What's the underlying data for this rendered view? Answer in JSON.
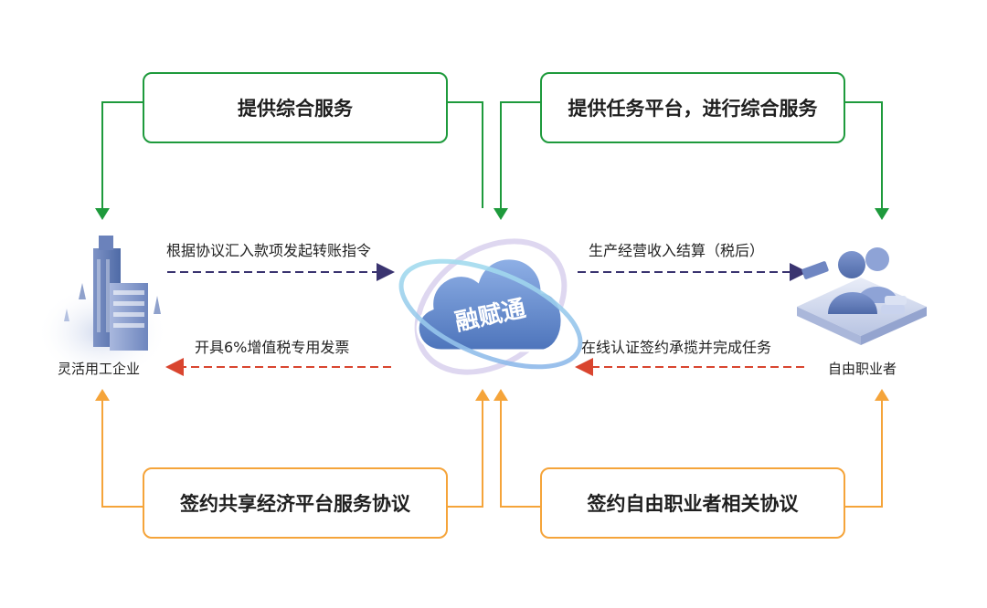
{
  "top_boxes": {
    "left": "提供综合服务",
    "right": "提供任务平台，进行综合服务"
  },
  "bottom_boxes": {
    "left": "签约共享经济平台服务协议",
    "right": "签约自由职业者相关协议"
  },
  "entities": {
    "enterprise": "灵活用工企业",
    "platform": "融赋通",
    "freelancer": "自由职业者"
  },
  "flows": {
    "enterprise_to_platform": "根据协议汇入款项发起转账指令",
    "platform_to_enterprise": "开具6%增值税专用发票",
    "platform_to_freelancer": "生产经营收入结算（税后）",
    "freelancer_to_platform": "在线认证签约承揽并完成任务"
  },
  "colors": {
    "green": "#1e9a3c",
    "orange": "#f5a43a",
    "dark_arrow": "#3a3470",
    "red_arrow": "#d9452f",
    "platform_blue": "#5f86c9"
  },
  "icons": {
    "enterprise": "office-building-icon",
    "platform": "cloud-icon",
    "freelancer": "users-icon"
  }
}
